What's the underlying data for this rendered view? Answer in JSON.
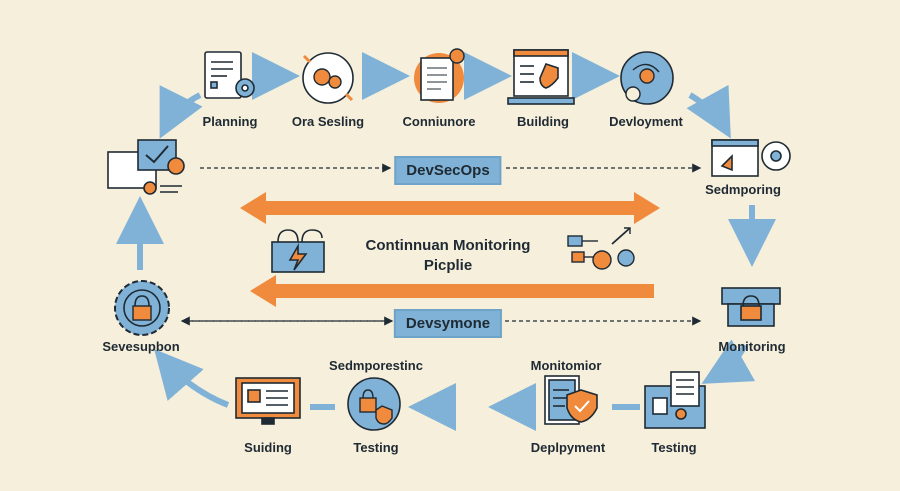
{
  "colors": {
    "background": "#f6efdc",
    "flow_arrow": "#7fb2d6",
    "accent_orange": "#f08a3c",
    "outline": "#1f2a33",
    "badge": "#7fb2d6"
  },
  "top_row": [
    {
      "label": "Planning",
      "icon": "document-gear-icon"
    },
    {
      "label": "Ora Sesling",
      "icon": "gears-cycle-icon"
    },
    {
      "label": "Conniunore",
      "icon": "document-pin-icon"
    },
    {
      "label": "Building",
      "icon": "laptop-shield-icon"
    },
    {
      "label": "Devloyment",
      "icon": "globe-gear-icon"
    }
  ],
  "right_column": [
    {
      "label": "Sedmporing",
      "icon": "browser-settings-icon"
    },
    {
      "label": "Monitoring",
      "icon": "padlock-server-icon"
    }
  ],
  "bottom_row": [
    {
      "label": "Testing",
      "icon": "laptop-checklist-icon"
    },
    {
      "label": "Deplpyment",
      "icon": "checklist-shield-icon",
      "top_label": "Monitomior"
    },
    {
      "label": "Testing",
      "icon": "lock-shield-circle-icon",
      "top_label": "Sedmporestinc"
    },
    {
      "label": "Suiding",
      "icon": "monitor-checklist-icon"
    }
  ],
  "left_column": [
    {
      "label": "Sevesupbon",
      "icon": "gear-lock-icon"
    },
    {
      "label": "",
      "icon": "screen-check-icon"
    }
  ],
  "badges": {
    "top": "DevSecOps",
    "bottom": "Devsymone"
  },
  "center": {
    "line1": "Continnuan Monitoring",
    "line2": "Picplie",
    "left_icon": "padlock-lightning-icon",
    "right_icon": "flowchart-gears-icon"
  }
}
